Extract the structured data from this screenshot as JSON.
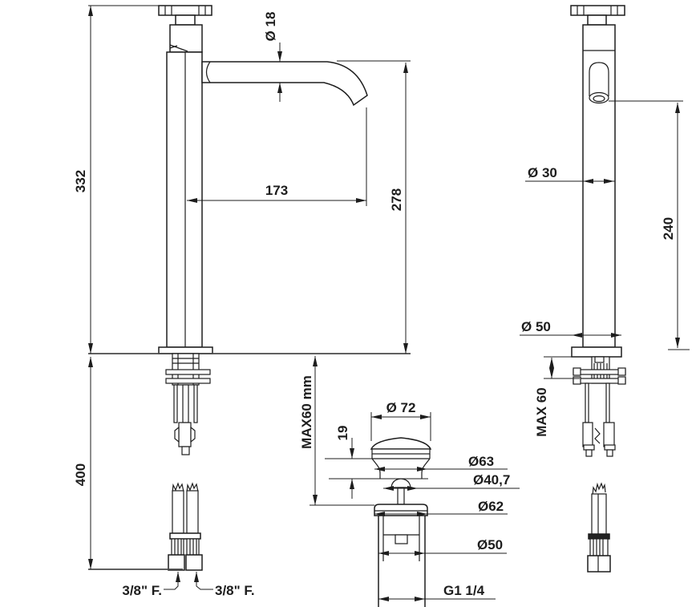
{
  "meta": {
    "type": "technical-drawing",
    "subject": "Tall single-hole basin mixer with pop-up waste - dimensional drawing"
  },
  "colors": {
    "line": "#1d1d1d",
    "ground": "#4a4a4a",
    "background": "#ffffff"
  },
  "views": {
    "side": {
      "dims": {
        "height_overall": "332",
        "spout_reach": "173",
        "spout_height": "278",
        "below_counter": "400",
        "spout_diameter": "Ø 18",
        "hose_left": "3/8\" F.",
        "hose_right": "3/8\" F."
      }
    },
    "front": {
      "dims": {
        "body_diameter": "Ø 30",
        "outlet_height": "240",
        "base_diameter": "Ø 50",
        "max_counter": "MAX 60"
      }
    },
    "waste": {
      "dims": {
        "max_counter": "MAX60 mm",
        "cap_diameter": "Ø 72",
        "cap_height": "19",
        "flange_diameter": "Ø63",
        "stem_diameter": "Ø40,7",
        "seat_diameter": "Ø62",
        "body_diameter": "Ø50",
        "thread": "G1 1/4"
      }
    }
  }
}
